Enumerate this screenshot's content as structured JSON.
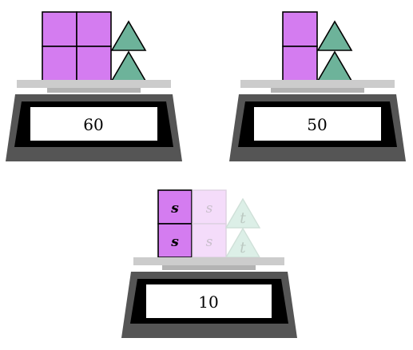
{
  "colors": {
    "square": "#d47cf0",
    "triangle": "#6db39a",
    "square_ghost": "#f4dcfa",
    "triangle_ghost": "#dcefe7",
    "scale_body": "#555555",
    "scale_inner": "#000000",
    "scale_pan": "#cccccc",
    "scale_display": "#ffffff"
  },
  "icons": {
    "square": "purple-square-weight",
    "triangle": "green-triangle-weight"
  },
  "scales": [
    {
      "id": "scale-top-left",
      "reading": "60",
      "square_count": 4,
      "triangle_count": 2
    },
    {
      "id": "scale-top-right",
      "reading": "50",
      "square_count": 2,
      "triangle_count": 2
    },
    {
      "id": "scale-bottom",
      "reading": "10",
      "square_count": 2,
      "square_label": "s",
      "ghost_square_count": 2,
      "ghost_square_label": "s",
      "ghost_triangle_count": 2,
      "ghost_triangle_label": "t"
    }
  ]
}
